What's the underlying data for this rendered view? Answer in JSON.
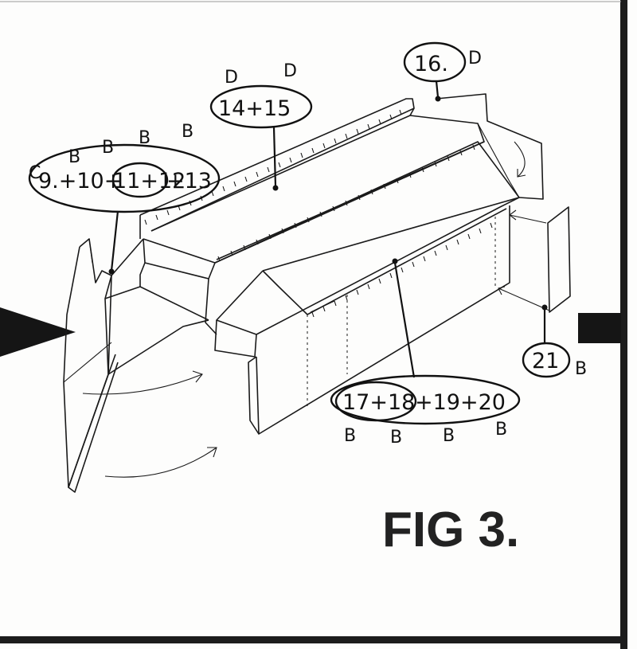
{
  "labels": {
    "group_a": {
      "text_start": "9.+10+",
      "text_mid": "11+12",
      "text_end": "+13",
      "letters": [
        "C",
        "B",
        "B",
        "B",
        "B"
      ]
    },
    "group_b": {
      "text": "14+15",
      "letters": [
        "D",
        "D"
      ]
    },
    "group_c": {
      "text": "16.",
      "letter": "D"
    },
    "group_d": {
      "text_start": "17+18",
      "text_end": "+19+20",
      "letters": [
        "B",
        "B",
        "B",
        "B"
      ]
    },
    "group_e": {
      "text": "21",
      "letter": "B"
    }
  },
  "caption": "FIG 3."
}
